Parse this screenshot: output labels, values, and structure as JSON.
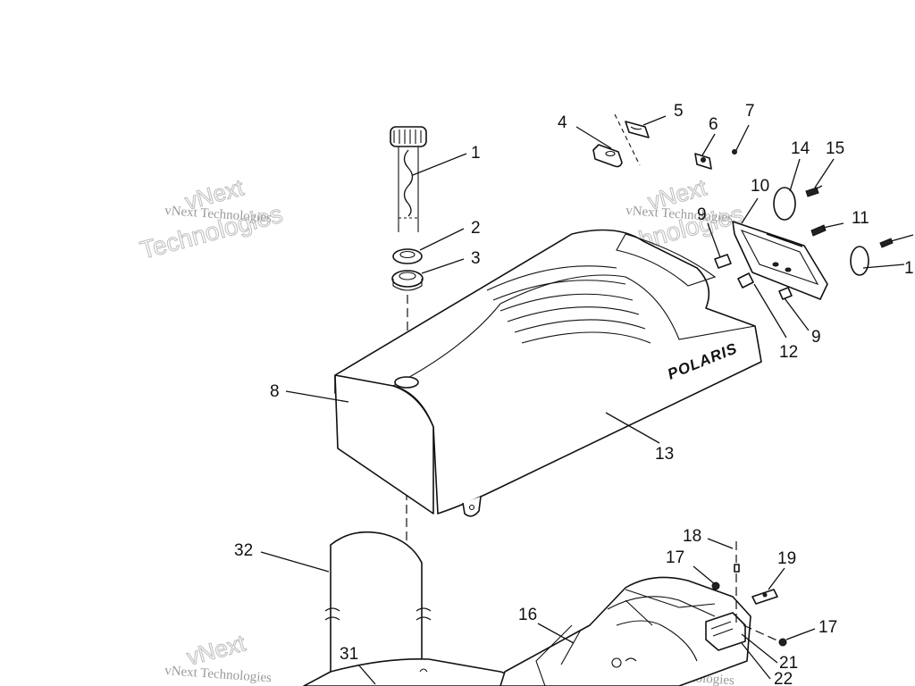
{
  "brand_logo": "POLARIS",
  "watermarks": {
    "small": "vNext Technologies",
    "big_top": "vNext",
    "big_bottom": "Technologies"
  },
  "callouts": [
    "1",
    "2",
    "3",
    "4",
    "5",
    "6",
    "7",
    "8",
    "9",
    "10",
    "11",
    "12",
    "13",
    "14",
    "15",
    "16",
    "17",
    "18",
    "19",
    "21",
    "22",
    "31",
    "32"
  ],
  "colors": {
    "line": "#111111",
    "watermark": "#9a9a9a",
    "background": "#ffffff"
  }
}
